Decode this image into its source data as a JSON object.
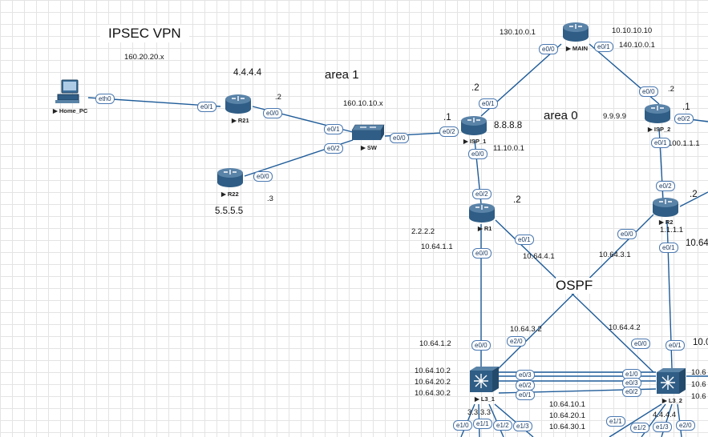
{
  "title": "IPSEC VPN",
  "labels": {
    "net_home": "160.20.20.x",
    "r21_id": "4.4.4.4",
    "r21_dot": ".2",
    "area1": "area 1",
    "sw_net": "160.10.10.x",
    "r22_dot": ".3",
    "r22_id": "5.5.5.5",
    "isp1_top_dot": ".2",
    "isp1_left_dot": ".1",
    "isp1_id": "8.8.8.8",
    "isp1_net": "11.10.0.1",
    "main_left_ip": "130.10.0.1",
    "main_right_ip": "10.10.10.10",
    "main_right_ip2": "140.10.0.1",
    "area0": "area 0",
    "isp2_top_dot": ".2",
    "isp2_right_dot": ".1",
    "isp2_id": "9.9.9.9",
    "isp2_net": "100.1.1.1",
    "r1_dot": ".2",
    "r1_id": "2.2.2.2",
    "r1_lan": "10.64.1.1",
    "r1_link": "10.64.4.1",
    "r2_dot": ".2",
    "r2_id": "1.1.1.1",
    "r2_link": "10.64.3.1",
    "r2_right": "10.64",
    "ospf": "OSPF",
    "l31_link": "10.64.3.2",
    "l32_link": "10.64.4.2",
    "l31_up": "10.64.1.2",
    "l31_n1": "10.64.10.2",
    "l31_n2": "10.64.20.2",
    "l31_n3": "10.64.30.2",
    "l31_id": "3.3.3.3",
    "mid_n1": "10.64.10.1",
    "mid_n2": "10.64.20.1",
    "mid_n3": "10.64.30.1",
    "l32_id": "4.4.4.4",
    "right_a": "10.0",
    "right_b": "10.6",
    "right_c": "10.6",
    "right_d": "10.6"
  },
  "nodes": {
    "home_pc": "Home_PC",
    "r21": "R21",
    "r22": "R22",
    "sw": "SW",
    "isp1": "ISP_1",
    "main": "MAIN",
    "isp2": "ISP_2",
    "r1": "R1",
    "r2": "R2",
    "l3_1": "L3_1",
    "l3_2": "L3_2"
  },
  "ports": {
    "home_eth0": "eth0",
    "r21_e01": "e0/1",
    "r21_e00": "e0/0",
    "sw_e01": "e0/1",
    "sw_e02": "e0/2",
    "sw_e00": "e0/0",
    "r22_e00": "e0/0",
    "isp1_e02": "e0/2",
    "isp1_e01": "e0/1",
    "isp1_e00": "e0/0",
    "main_e00": "e0/0",
    "main_e01": "e0/1",
    "isp2_e00": "e0/0",
    "isp2_e02": "e0/2",
    "isp2_e01": "e0/1",
    "r1_e02": "e0/2",
    "r1_e01": "e0/1",
    "r1_e00": "e0/0",
    "r2_e02": "e0/2",
    "r2_e00": "e0/0",
    "r2_e01": "e0/1",
    "l31_e00": "e0/0",
    "l31_e20": "e2/0",
    "l31_e03": "e0/3",
    "l31_e02": "e0/2",
    "l31_e01": "e0/1",
    "l31_e10": "e1/0",
    "l31_e11": "e1/1",
    "l31_e12": "e1/2",
    "l31_e13": "e1/3",
    "l32_e00": "e0/0",
    "l32_e01": "e0/1",
    "l32_e10": "e1/0",
    "l32_e03": "e0/3",
    "l32_e02": "e0/2",
    "l32_e11": "e1/1",
    "l32_e12": "e1/2",
    "l32_e13": "e1/3",
    "l32_e20": "e2/0"
  },
  "colors": {
    "link": "#1f5c99",
    "router_top": "#5a83a8",
    "router_body": "#2f5d85",
    "switch_body": "#3d6f99"
  }
}
